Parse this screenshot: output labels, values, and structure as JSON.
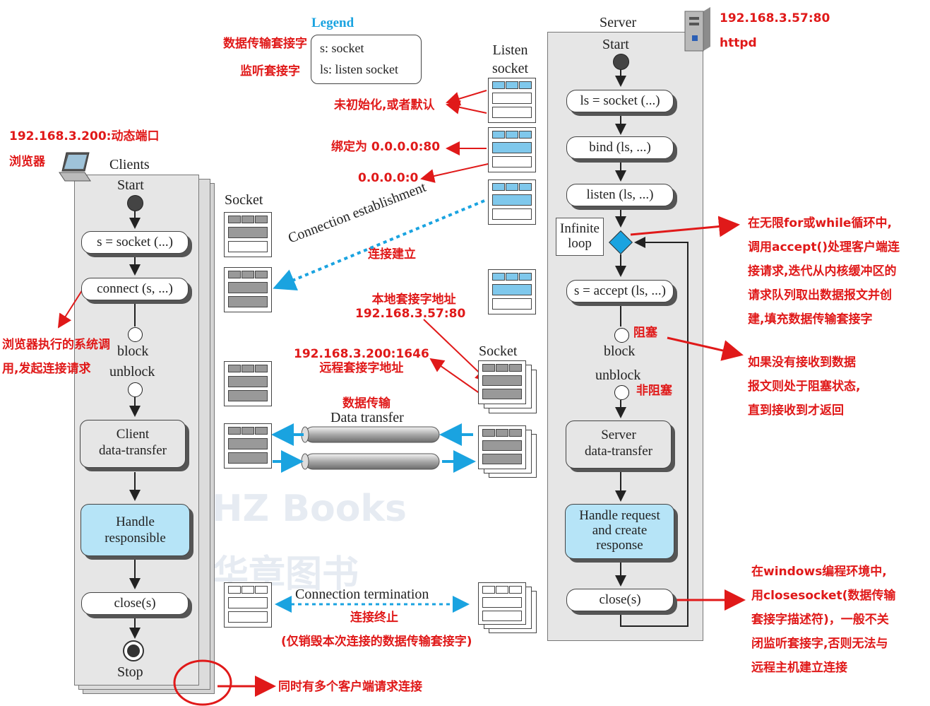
{
  "legend": {
    "title": "Legend",
    "line1": "s: socket",
    "line2": "ls: listen socket"
  },
  "labels": {
    "data_socket_cn": "数据传输套接字",
    "listen_socket_cn": "监听套接字",
    "client_addr": "192.168.3.200:动态端口",
    "browser": "浏览器",
    "server_addr": "192.168.3.57:80",
    "httpd": "httpd",
    "uninit": "未初始化,或者默认",
    "bound": "绑定为 0.0.0.0:80",
    "zero": "0.0.0.0:0",
    "conn_est_cn": "连接建立",
    "local_addr_l1": "本地套接字地址",
    "local_addr_l2": "192.168.3.57:80",
    "remote_addr_l1": "192.168.3.200:1646",
    "remote_addr_l2": "远程套接字地址",
    "data_transfer_cn": "数据传输",
    "conn_term_cn": "连接终止",
    "destroy_note": "(仅销毁本次连接的数据传输套接字)",
    "multi_clients": "同时有多个客户端请求连接",
    "browser_call_l1": "浏览器执行的系统调",
    "browser_call_l2": "用,发起连接请求",
    "accept_note": [
      "在无限for或while循环中,",
      "调用accept()处理客户端连",
      "接请求,迭代从内核缓冲区的",
      "请求队列取出数据报文并创",
      "建,填充数据传输套接字"
    ],
    "block_cn": "阻塞",
    "nonblock_cn": "非阻塞",
    "block_note": [
      "如果没有接收到数据",
      "报文则处于阻塞状态,",
      "直到接收到才返回"
    ],
    "close_note": [
      "在windows编程环境中,",
      "用closesocket(数据传输",
      "套接字描述符)，一般不关",
      "闭监听套接字,否则无法与",
      "远程主机建立连接"
    ],
    "watermark": "HZ Books",
    "watermark_cn": "华章图书"
  },
  "diagram": {
    "clients_title": "Clients",
    "server_title": "Server",
    "start": "Start",
    "stop": "Stop",
    "block": "block",
    "unblock": "unblock",
    "client_socket": "s = socket (...)",
    "connect": "connect (s, ...)",
    "client_data_transfer_l1": "Client",
    "client_data_transfer_l2": "data-transfer",
    "handle_responsible_l1": "Handle",
    "handle_responsible_l2": "responsible",
    "client_close": "close(s)",
    "server_socket": "ls = socket (...)",
    "bind": "bind (ls, ...)",
    "listen": "listen (ls, ...)",
    "infinite_loop_l1": "Infinite",
    "infinite_loop_l2": "loop",
    "accept": "s = accept (ls, ...)",
    "server_data_transfer_l1": "Server",
    "server_data_transfer_l2": "data-transfer",
    "handle_request_l1": "Handle request",
    "handle_request_l2": "and create",
    "handle_request_l3": "response",
    "server_close": "close(s)",
    "listen_socket_title_l1": "Listen",
    "listen_socket_title_l2": "socket",
    "socket_title_left": "Socket",
    "socket_title_right": "Socket",
    "connection_establishment": "Connection establishment",
    "data_transfer": "Data transfer",
    "connection_termination": "Connection termination"
  },
  "colors": {
    "red": "#e01919",
    "blue": "#1aa3e0",
    "light_blue": "#b6e4f7",
    "grey": "#e6e6e6"
  }
}
